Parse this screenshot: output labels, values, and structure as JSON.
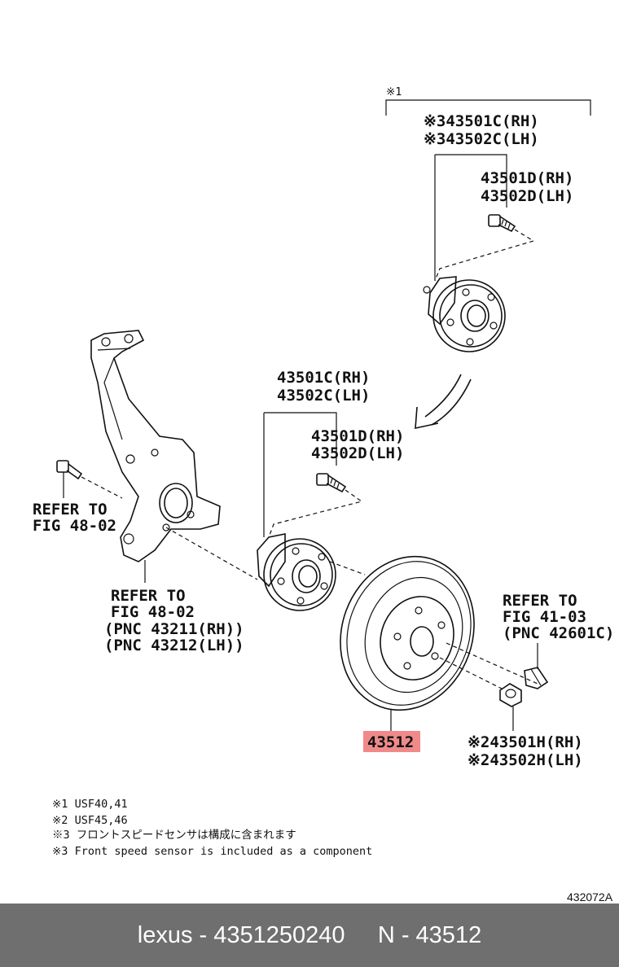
{
  "diagram": {
    "bracket_note": "※1",
    "top_group": {
      "hub_rh": "※343501C(RH)",
      "hub_lh": "※343502C(LH)",
      "bolt_rh": "43501D(RH)",
      "bolt_lh": "43502D(LH)"
    },
    "mid_group": {
      "hub_rh": "43501C(RH)",
      "hub_lh": "43502C(LH)",
      "bolt_rh": "43501D(RH)",
      "bolt_lh": "43502D(LH)"
    },
    "knuckle_ref_left": {
      "line1": "REFER TO",
      "line2": "FIG 48-02"
    },
    "knuckle_ref_bottom": {
      "line1": "REFER TO",
      "line2": "FIG 48-02",
      "line3": "(PNC 43211(RH))",
      "line4": "(PNC 43212(LH))"
    },
    "caliper_ref": {
      "line1": "REFER TO",
      "line2": "FIG 41-03",
      "line3": "(PNC 42601C)"
    },
    "nut_rh": "※243501H(RH)",
    "nut_lh": "※243502H(LH)",
    "highlight_part": "43512",
    "notes": [
      "※1 USF40,41",
      "※2 USF45,46",
      "※3 フロントスピードセンサは構成に含まれます",
      "※3 Front speed sensor is included as a component"
    ],
    "figure_code": "432072A",
    "highlight_color": "#f08a8a"
  },
  "footer": {
    "text": "lexus - 4351250240     N - 43512"
  }
}
